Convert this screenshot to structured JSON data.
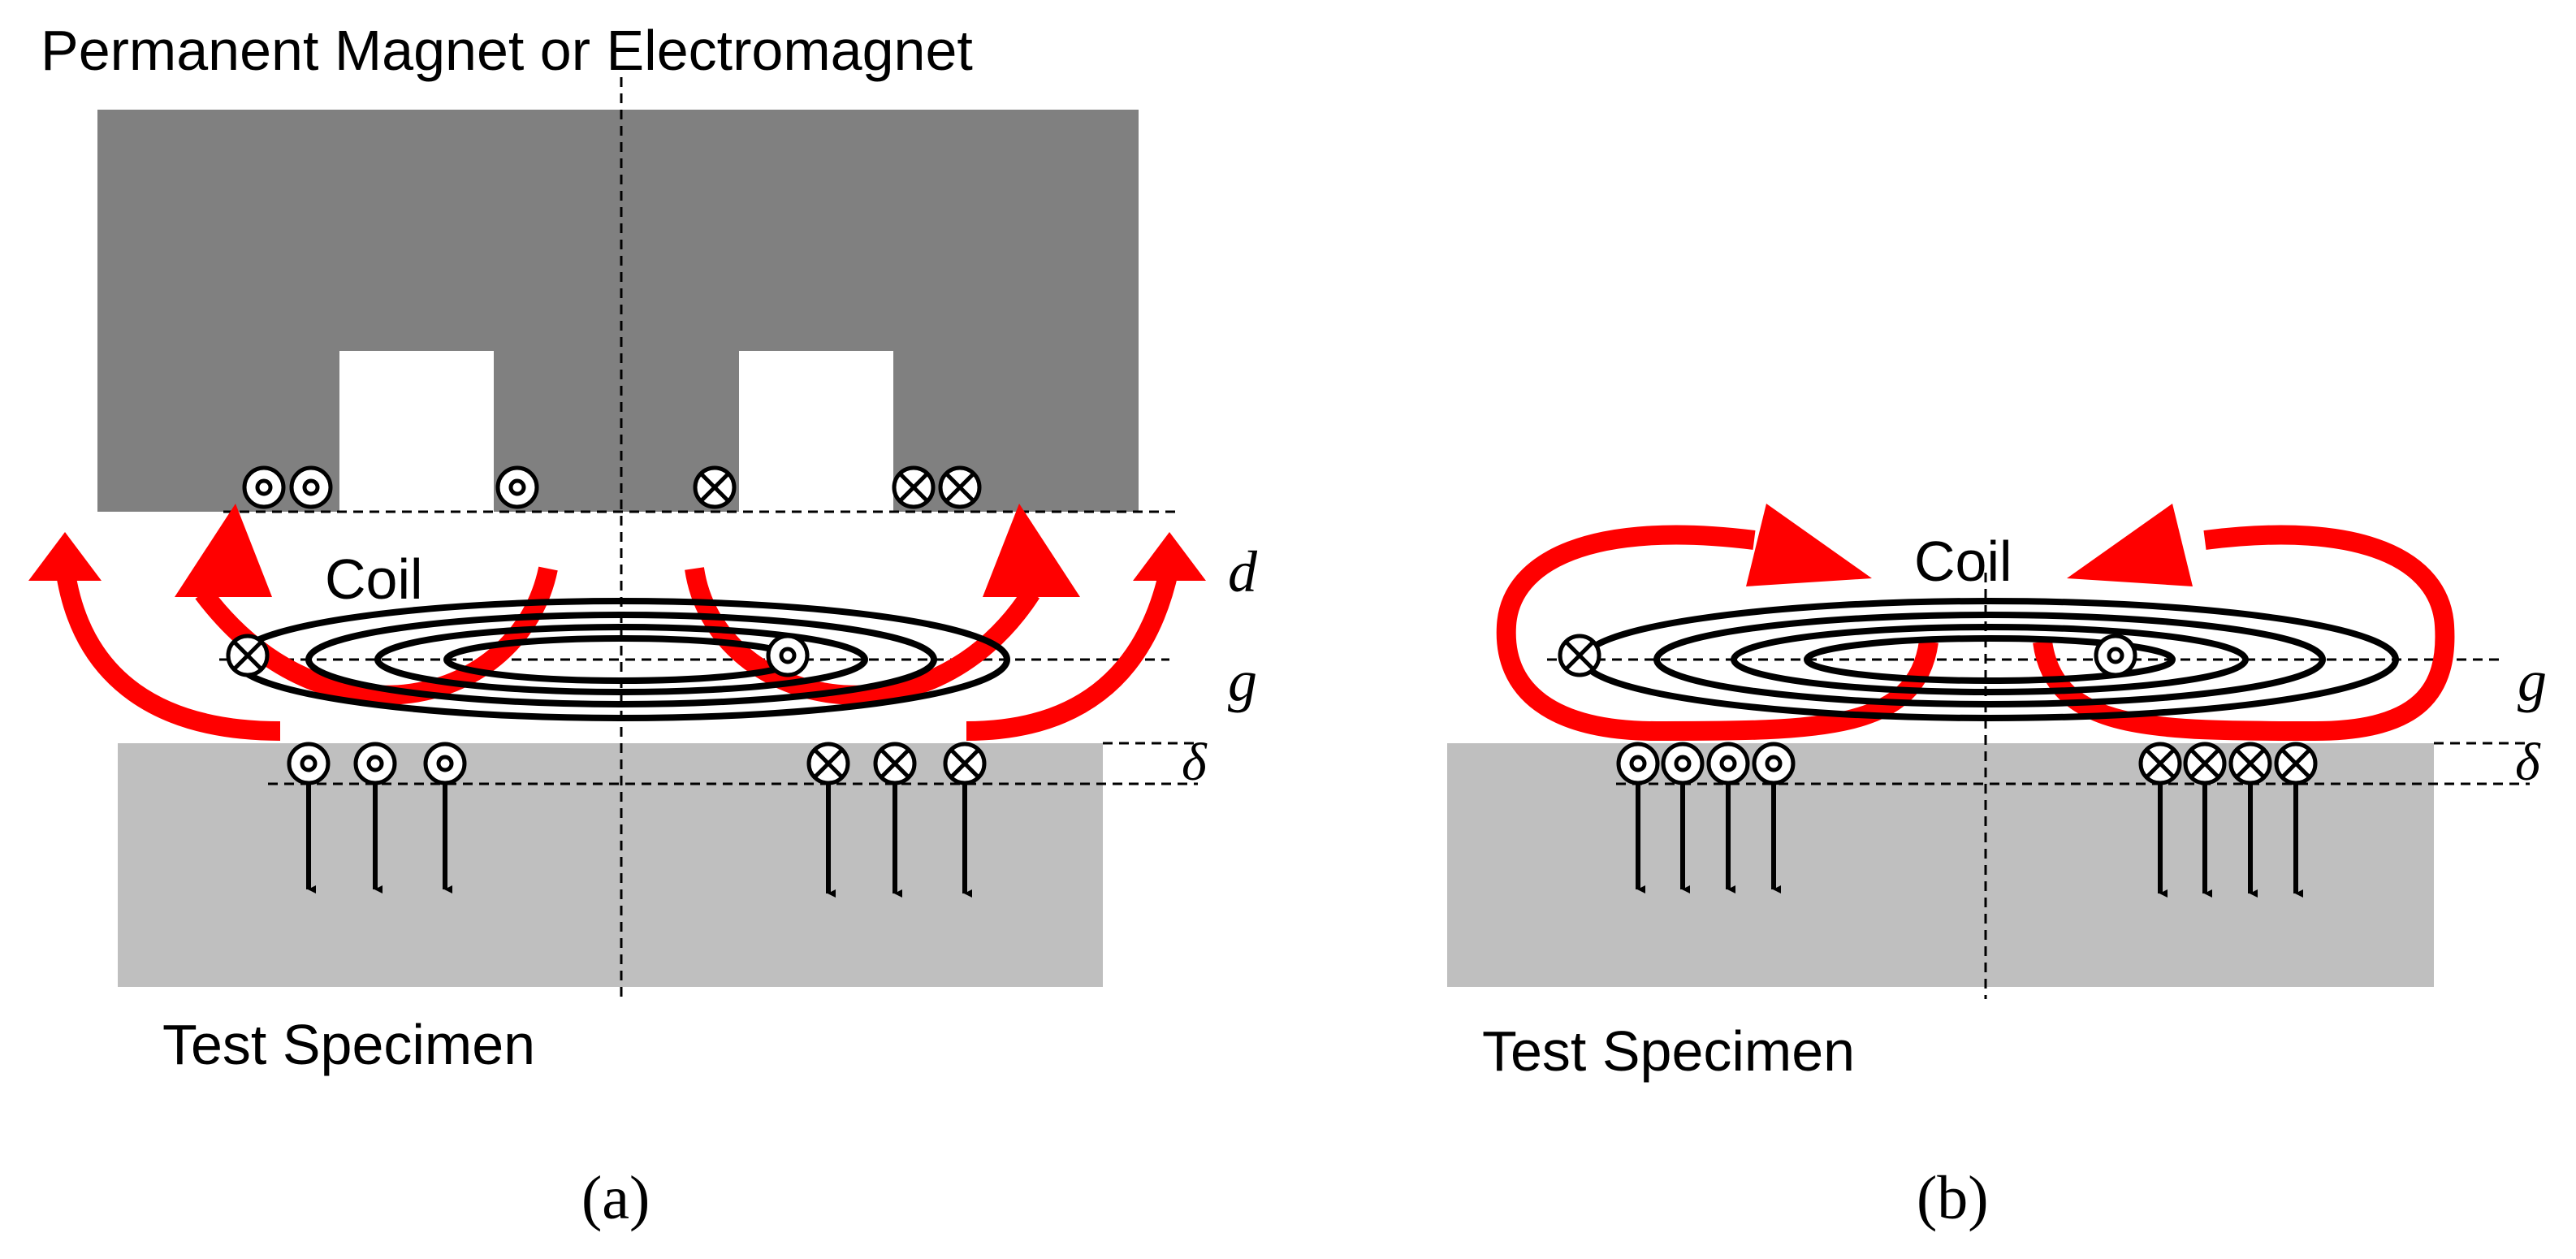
{
  "colors": {
    "magnet": "#808080",
    "specimen": "#bfbfbf",
    "flux": "#ff0000",
    "line": "#000000"
  },
  "panel_a": {
    "magnet_label": "Permanent Magnet or Electromagnet",
    "coil_label": "Coil",
    "specimen_label": "Test Specimen",
    "dim_d": "d",
    "dim_g": "g",
    "dim_delta": "δ",
    "caption": "(a)"
  },
  "panel_b": {
    "coil_label": "Coil",
    "specimen_label": "Test Specimen",
    "dim_g": "g",
    "dim_delta": "δ",
    "caption": "(b)"
  }
}
